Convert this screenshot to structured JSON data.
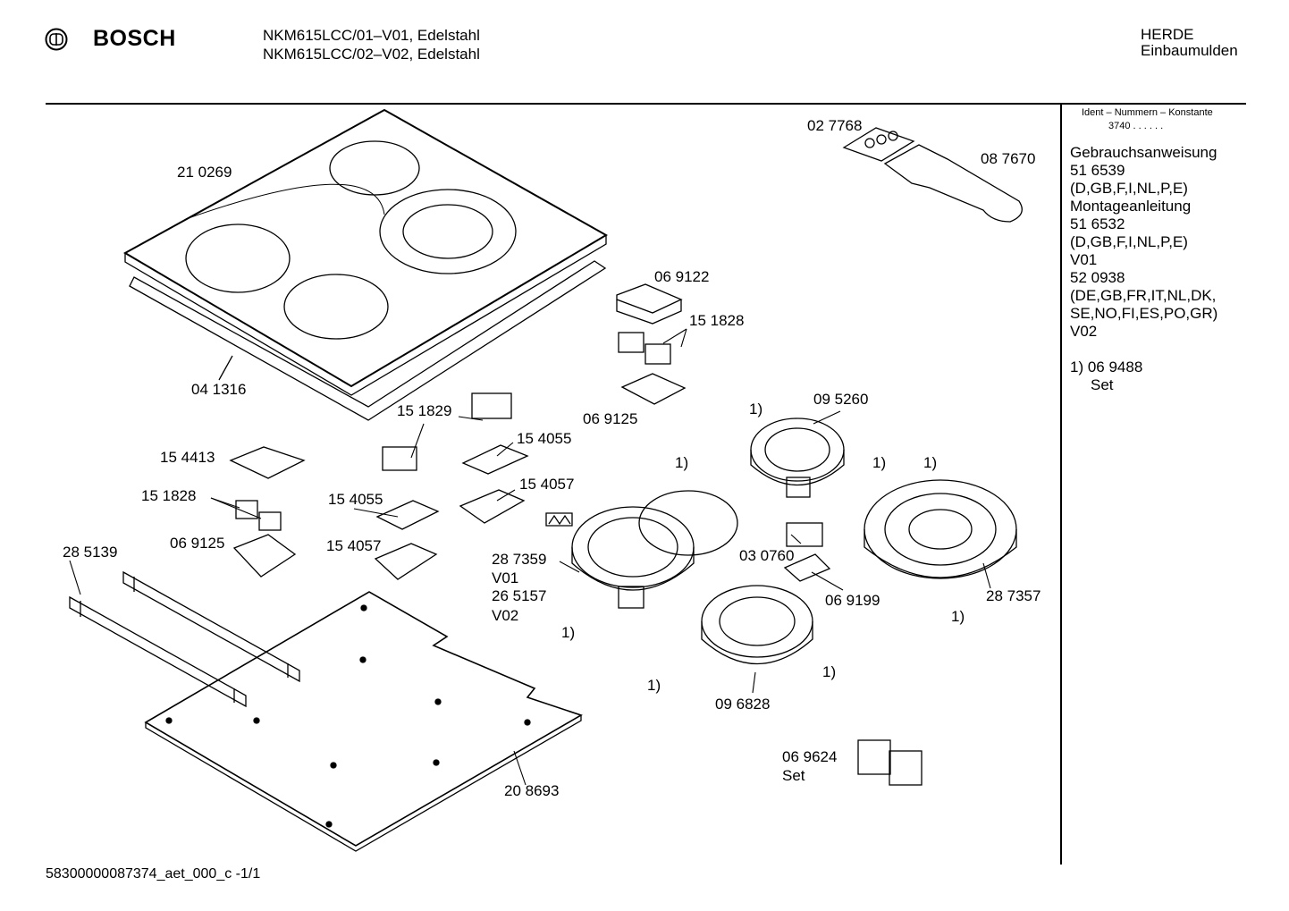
{
  "header": {
    "brand": "BOSCH",
    "models": [
      "NKM615LCC/01–V01, Edelstahl",
      "NKM615LCC/02–V02, Edelstahl"
    ],
    "category": [
      "HERDE",
      "Einbaumulden"
    ]
  },
  "sidebar": {
    "ident_title": "Ident – Nummern – Konstante",
    "ident_value": "3740  .  .  .  .  .  .",
    "lines": [
      "Gebrauchsanweisung",
      "51 6539",
      "(D,GB,F,I,NL,P,E)",
      "Montageanleitung",
      "51 6532",
      "(D,GB,F,I,NL,P,E)",
      "V01",
      "52 0938",
      "(DE,GB,FR,IT,NL,DK,",
      "SE,NO,FI,ES,PO,GR)",
      "V02"
    ],
    "footnote": [
      "1)  06 9488",
      "Set"
    ]
  },
  "parts": {
    "p210269": "21 0269",
    "p041316": "04 1316",
    "p027768": "02 7768",
    "p087670": "08 7670",
    "p069122": "06 9122",
    "p151828a": "15 1828",
    "p069125a": "06 9125",
    "p151829": "15 1829",
    "p154055a": "15 4055",
    "p154413": "15 4413",
    "p151828b": "15 1828",
    "p154057a": "15 4057",
    "p154055b": "15 4055",
    "p069125b": "06 9125",
    "p154057b": "15 4057",
    "p285139": "28 5139",
    "p287359": "28 7359",
    "v01": "V01",
    "p265157": "26 5157",
    "v02": "V02",
    "p095260": "09 5260",
    "p030760": "03 0760",
    "p069199": "06 9199",
    "p287357": "28 7357",
    "p096828": "09 6828",
    "p208693": "20 8693",
    "p069624": "06 9624",
    "set": "Set",
    "fn": "1)"
  },
  "footer": "58300000087374_aet_000_c -1/1"
}
